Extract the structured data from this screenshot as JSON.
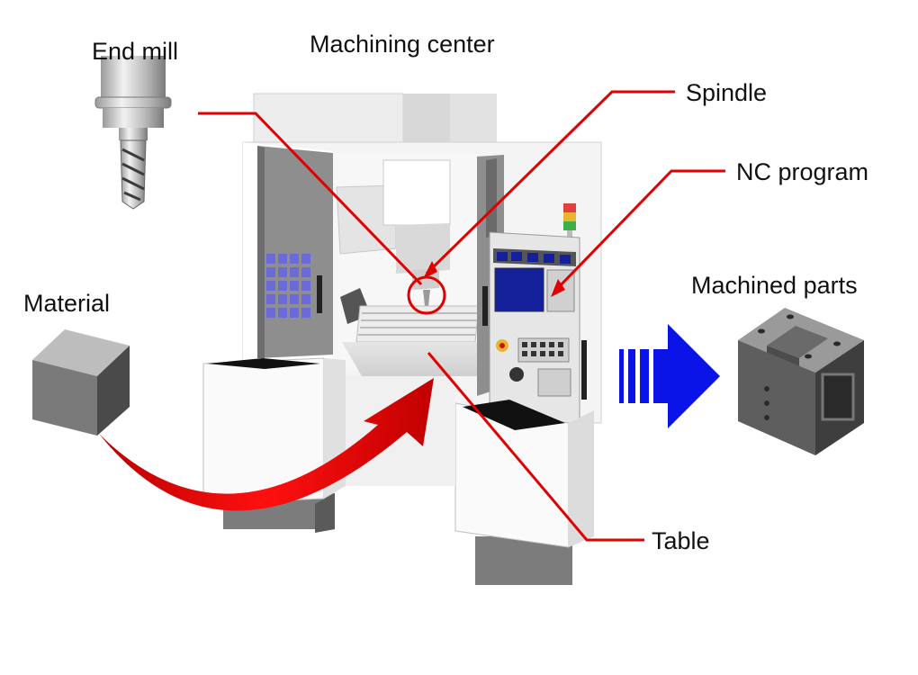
{
  "labels": {
    "end_mill": "End mill",
    "machining_center": "Machining center",
    "spindle": "Spindle",
    "nc_program": "NC program",
    "material": "Material",
    "machined_parts": "Machined parts",
    "table": "Table"
  },
  "colors": {
    "callout_red": "#e00000",
    "flow_arrow_blue": "#0a14e6",
    "material_arrow_red": "#d80000",
    "screen_blue": "#141f9a",
    "block_gray": "#6e6e6e",
    "machine_white": "#f4f4f4",
    "machine_gray": "#8a8a8a"
  }
}
